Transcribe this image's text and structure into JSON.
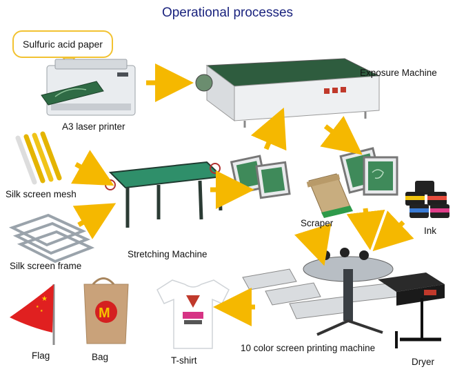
{
  "title": "Operational processes",
  "callout": "Sulfuric acid paper",
  "labels": {
    "printer": "A3 laser printer",
    "exposure": "Exposure Machine",
    "mesh": "Silk screen mesh",
    "frame": "Silk screen frame",
    "stretching": "Stretching Machine",
    "scraper": "Scraper",
    "ink": "Ink",
    "press": "10 color screen printing machine",
    "dryer": "Dryer",
    "tshirt": "T-shirt",
    "bag": "Bag",
    "flag": "Flag"
  },
  "colors": {
    "arrow": "#f5b800",
    "callout_border": "#f2c230",
    "title": "#1a237e",
    "screen_green": "#3f8a5a",
    "flag_red": "#e02020",
    "flag_star": "#ffd200",
    "bag_brown": "#c9a27a",
    "logo_red": "#d42020",
    "logo_yellow": "#f6c200"
  }
}
